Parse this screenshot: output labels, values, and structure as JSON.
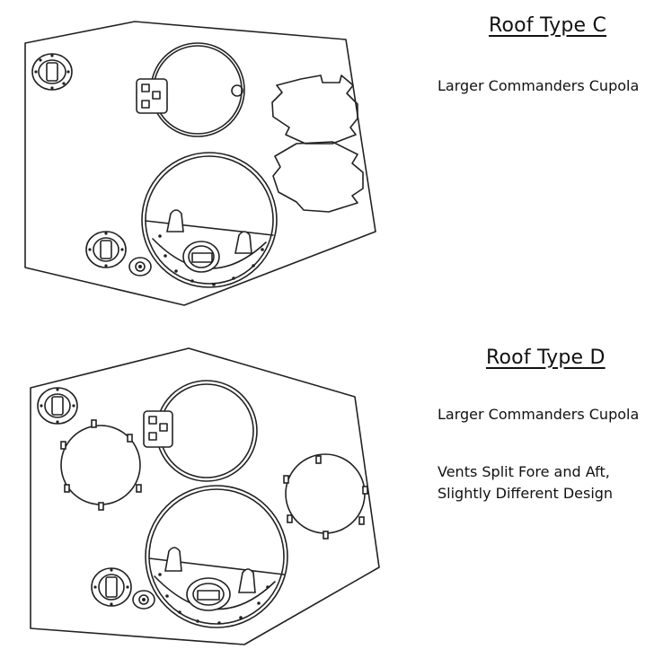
{
  "roof_c": {
    "title": "Roof Type C",
    "caption": "Larger Commanders Cupola"
  },
  "roof_d": {
    "title": "Roof Type D",
    "caption": "Larger Commanders Cupola",
    "note_line1": "Vents Split Fore and Aft,",
    "note_line2": "Slightly Different Design"
  }
}
